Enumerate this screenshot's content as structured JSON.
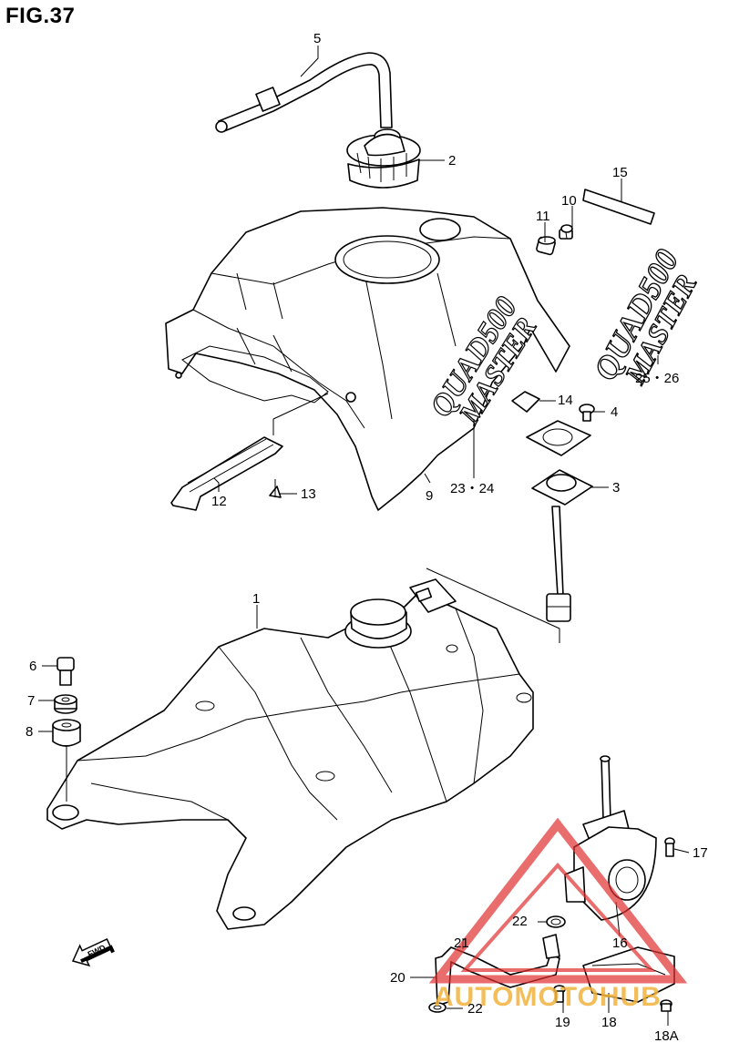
{
  "figure": {
    "title": "FIG.37"
  },
  "labels": {
    "p1": "1",
    "p2": "2",
    "p3": "3",
    "p4": "4",
    "p5": "5",
    "p6": "6",
    "p7": "7",
    "p8": "8",
    "p9": "9",
    "p10": "10",
    "p11": "11",
    "p12": "12",
    "p13": "13",
    "p14": "14",
    "p15": "15",
    "p16": "16",
    "p17": "17",
    "p18": "18",
    "p18a": "18A",
    "p19": "19",
    "p20": "20",
    "p21": "21",
    "p22a": "22",
    "p22b": "22",
    "p23_24": "23・24",
    "p25_26": "25・26"
  },
  "decals": {
    "tank_line1": "QUAD500",
    "tank_line2": "MASTER",
    "side_line1": "QUAD500",
    "side_line2": "MASTER"
  },
  "fwd_arrow": "FWD",
  "watermark": {
    "text": "AUTOMOTOHUB",
    "colors": {
      "triangle": "#e03030",
      "text": "#f2b33d"
    }
  }
}
